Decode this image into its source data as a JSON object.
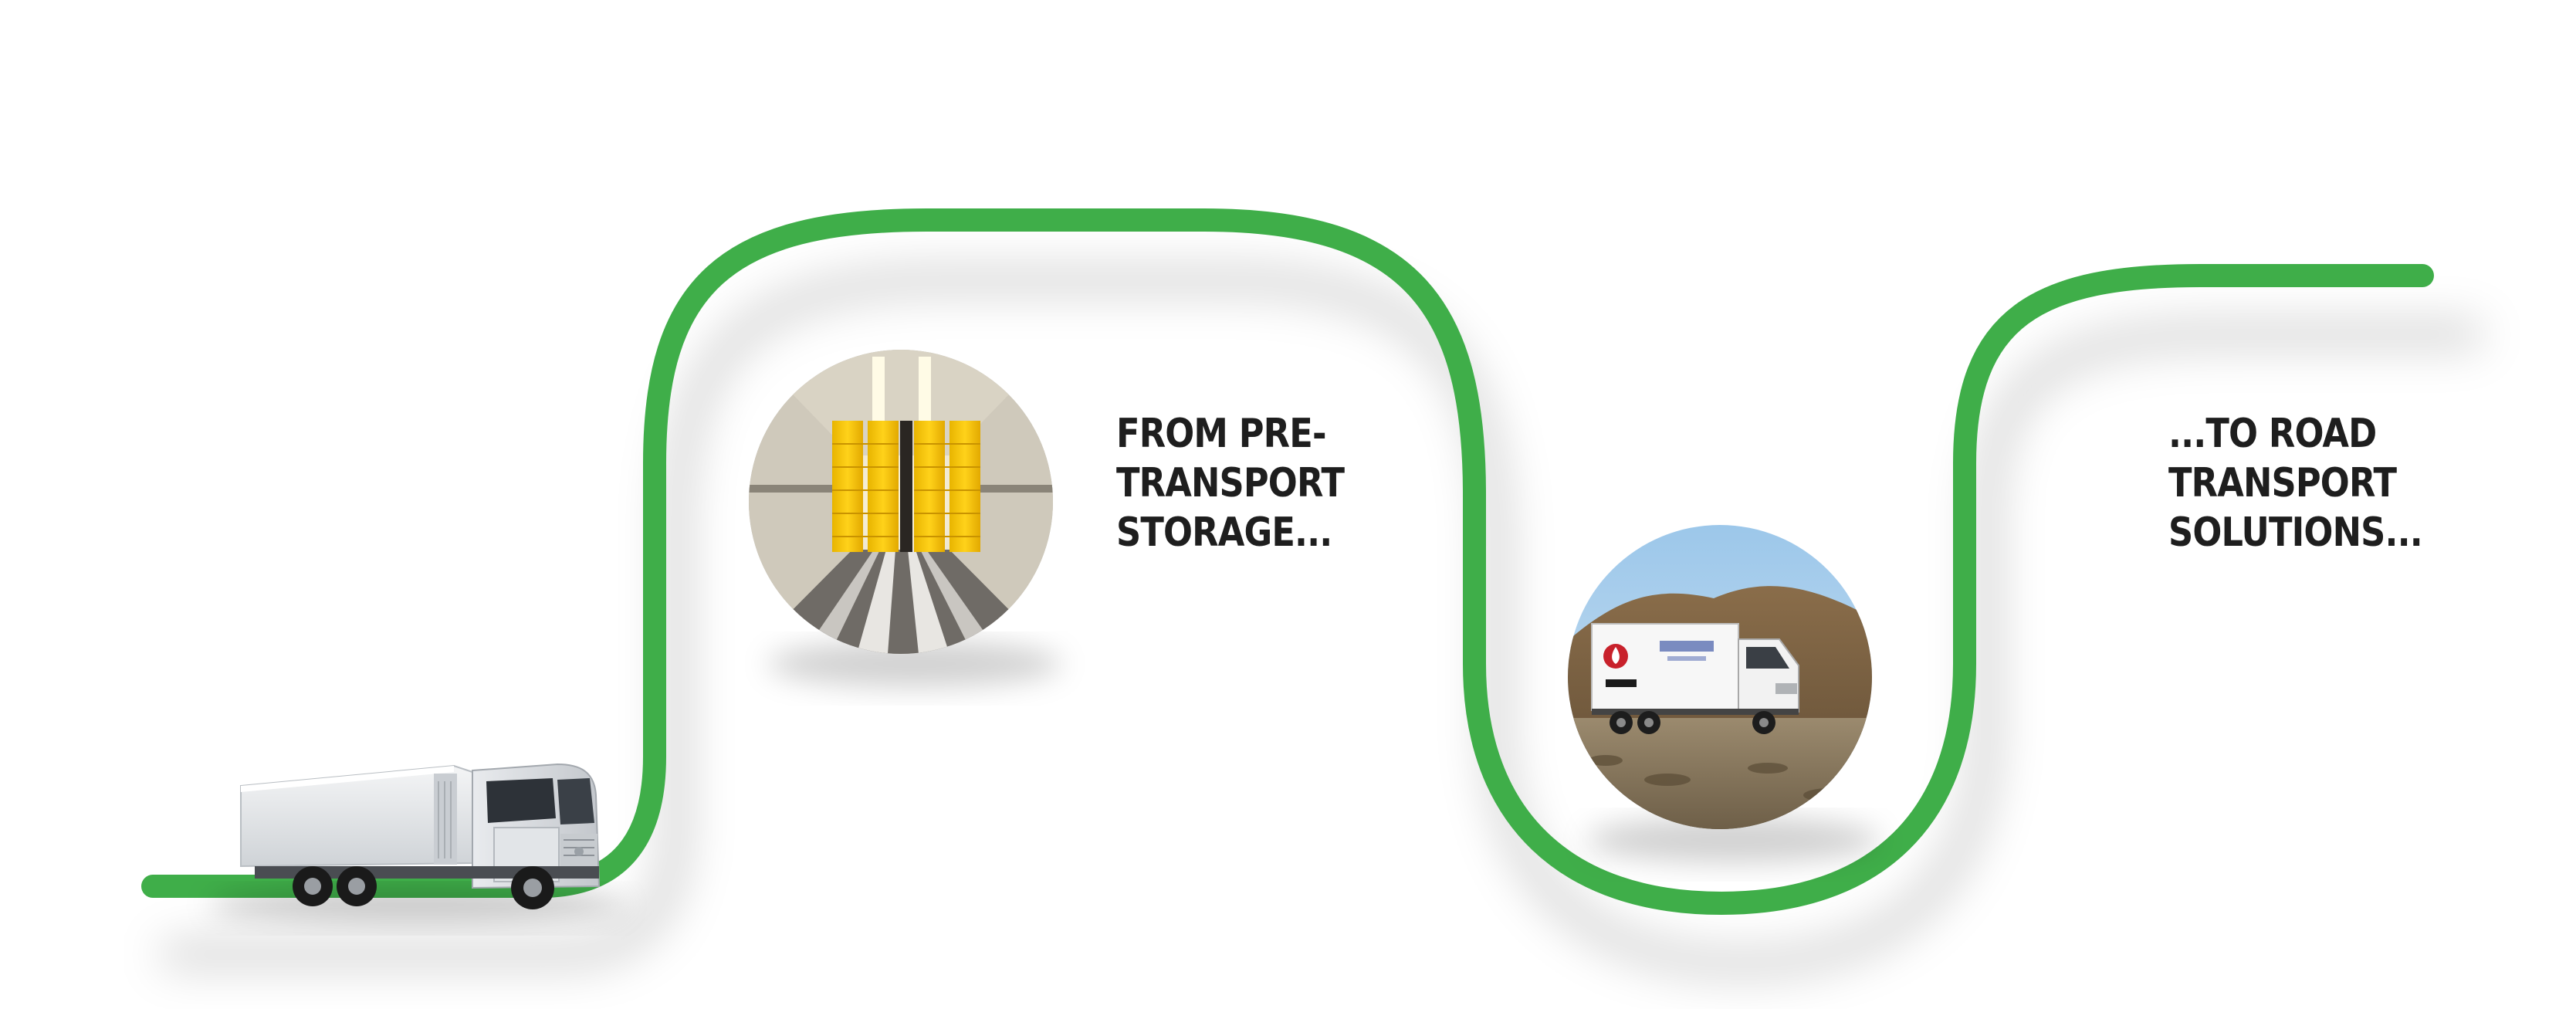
{
  "colors": {
    "path": "#3fae49",
    "caption_text": "#1e1e1e",
    "background": "#ffffff"
  },
  "captions": {
    "storage": {
      "lines": [
        "FROM PRE-",
        "TRANSPORT",
        "STORAGE..."
      ]
    },
    "road": {
      "lines": [
        "...TO ROAD",
        "TRANSPORT",
        "SOLUTIONS..."
      ]
    }
  },
  "icons": {
    "start_vehicle": "truck-icon",
    "storage_photo": "cold-storage-icon",
    "road_photo": "road-truck-icon"
  }
}
